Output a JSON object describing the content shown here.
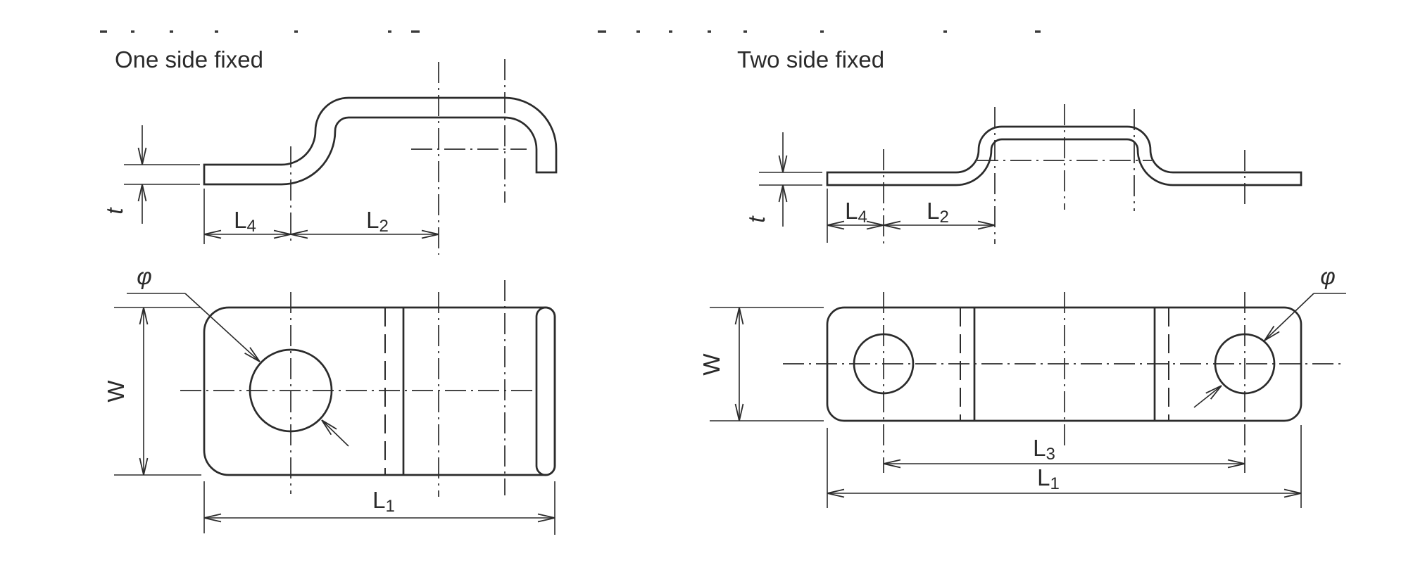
{
  "canvas": {
    "background": "#ffffff",
    "line_color": "#2b2b2b"
  },
  "left_drawing": {
    "title": "One side fixed",
    "dims": {
      "thickness": "t",
      "width": "W",
      "diameter": "φ",
      "l4_main": "L",
      "l4_sub": "4",
      "l2_main": "L",
      "l2_sub": "2",
      "l1_main": "L",
      "l1_sub": "1"
    }
  },
  "right_drawing": {
    "title": "Two side fixed",
    "dims": {
      "thickness": "t",
      "width": "W",
      "diameter": "φ",
      "l4_main": "L",
      "l4_sub": "4",
      "l2_main": "L",
      "l2_sub": "2",
      "l3_main": "L",
      "l3_sub": "3",
      "l1_main": "L",
      "l1_sub": "1"
    }
  }
}
